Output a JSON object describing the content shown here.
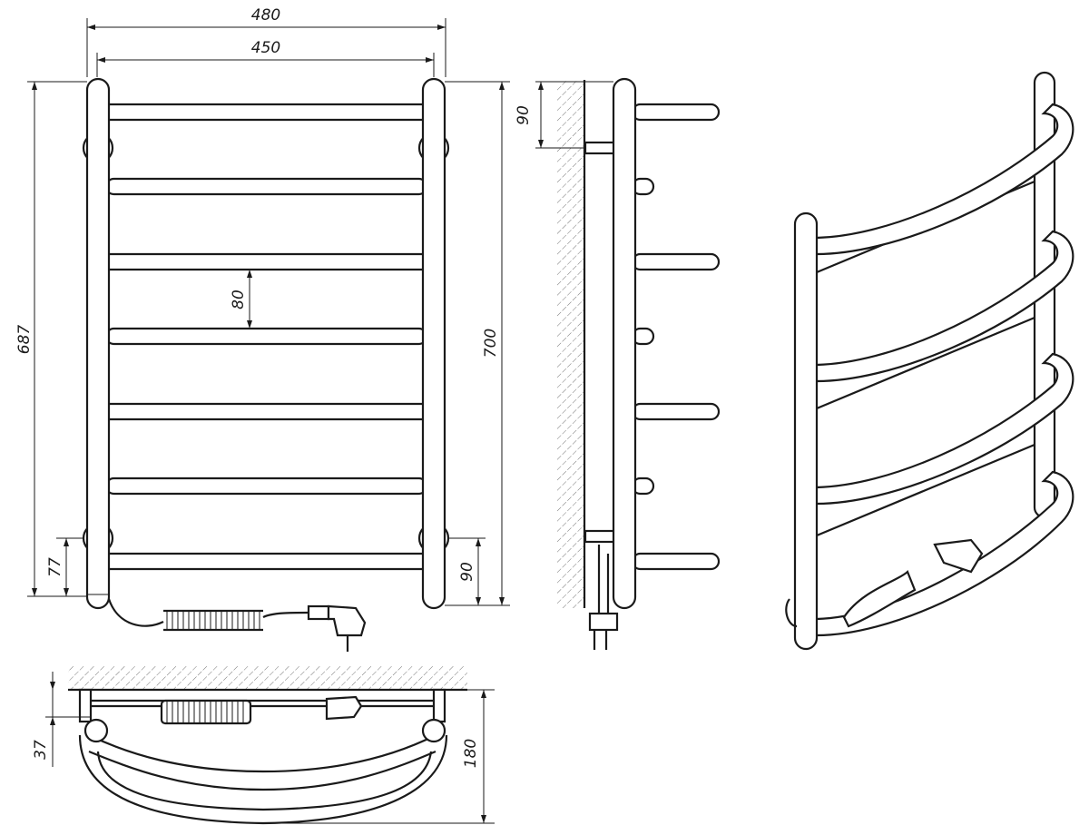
{
  "dimensions": {
    "overall_width": "480",
    "axis_width": "450",
    "height_left": "687",
    "height_right": "700",
    "bar_spacing": "80",
    "bottom_offset": "77",
    "bottom_mount": "90",
    "top_mount_side": "90",
    "wall_gap": "37",
    "depth": "180"
  },
  "colors": {
    "line": "#1a1a1a",
    "background": "#ffffff"
  }
}
